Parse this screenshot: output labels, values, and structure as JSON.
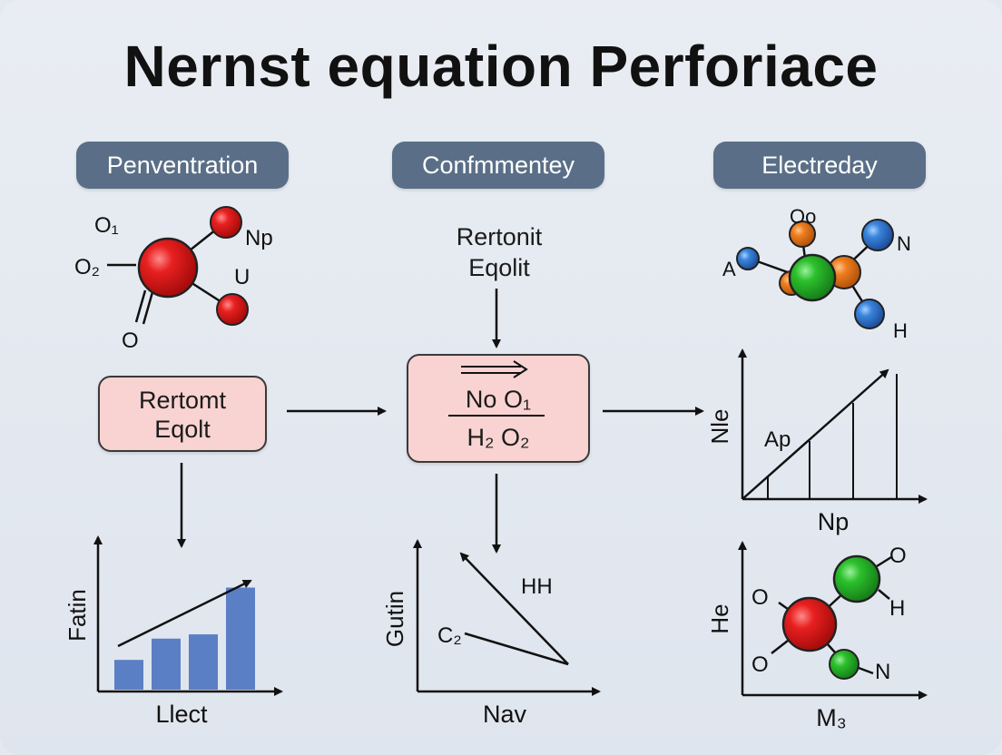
{
  "title": "Nernst equation Perforiace",
  "columns": {
    "left": {
      "header": "Penventration",
      "molecule_labels": [
        "O₁",
        "Np",
        "O₂",
        "U",
        "O"
      ],
      "box_lines": [
        "Rertomt",
        "Eqolt"
      ],
      "chart": {
        "ylabel": "Fatin",
        "xlabel": "Llect",
        "chart_data": {
          "type": "bar",
          "values": [
            3.5,
            6,
            6.5,
            12
          ],
          "ylim": [
            0,
            16
          ]
        }
      }
    },
    "middle": {
      "header": "Confmmentey",
      "text_lines": [
        "Rertonit",
        "Eqolit"
      ],
      "box_top": "No O₁",
      "box_bottom": "H₂ O₂",
      "chart": {
        "ylabel": "Gutin",
        "xlabel": "Nav",
        "annotations": [
          "HH",
          "C₂"
        ]
      }
    },
    "right": {
      "header": "Electreday",
      "molecule_labels": [
        "Oo",
        "N",
        "A",
        "H"
      ],
      "chart": {
        "ylabel": "Nle",
        "xlabel": "Np",
        "annotation": "Ap"
      },
      "bottom_panel": {
        "ylabel": "He",
        "xlabel": "M₃",
        "molecule_labels": [
          "O",
          "O",
          "H",
          "O",
          "N"
        ]
      }
    }
  },
  "colors": {
    "header_bg": "#5a6f87",
    "box_bg": "#f8d3d1",
    "bar": "#5b7fc4",
    "atom_red": "#e01c1c",
    "atom_green": "#2cb52c",
    "atom_blue": "#3a7fd4",
    "atom_orange": "#ee7d1e"
  }
}
